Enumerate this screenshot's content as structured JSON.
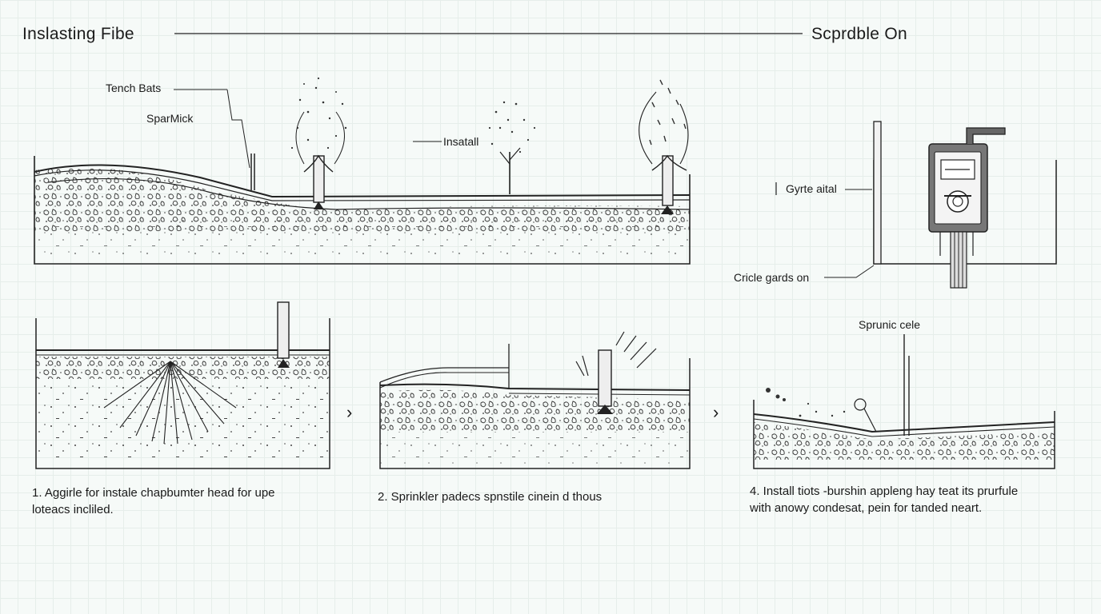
{
  "header": {
    "title_left": "Inslasting Fibe",
    "title_right": "Scprdble On"
  },
  "top_diagram": {
    "label_trench": "Tench Bats",
    "label_sparkmick": "SparMick",
    "label_install": "Insatall",
    "label_gyrte": "Gyrte aital",
    "label_circle": "Cricle gards on"
  },
  "steps": [
    {
      "caption_line1": "1. Aggirle for instale chapbumter head for upe",
      "caption_line2": "loteacs incliled."
    },
    {
      "arrow": "›",
      "caption_line1": "2. Sprinkler padecs spnstile cinein d thous"
    },
    {
      "arrow": "›",
      "label_top": "Sprunic cele",
      "caption_line1": "4. Install tiots -burshin appleng hay teat its prurfule",
      "caption_line2": "with anowy condesat, pein for tanded neart."
    }
  ],
  "icons": {
    "controller": "sprinkler-controller-icon",
    "tree": "tree-icon",
    "sprinkler_head": "sprinkler-head-icon"
  }
}
